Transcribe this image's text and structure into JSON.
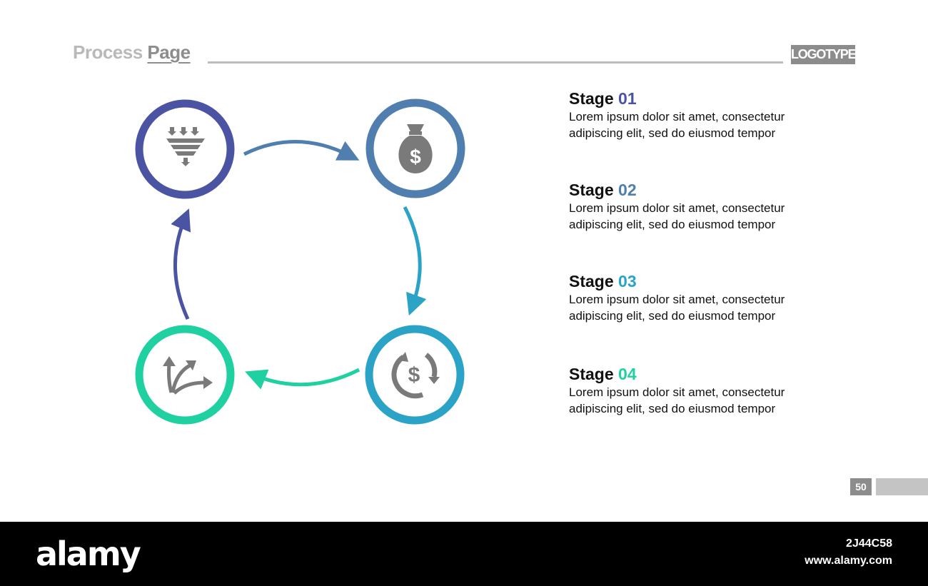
{
  "header": {
    "title_part1": "Process ",
    "title_part2": "Page",
    "logo_text": "LOGOTYPE"
  },
  "colors": {
    "stage1": "#4a54a3",
    "stage2": "#4f7eaf",
    "stage3": "#2aa3c6",
    "stage4": "#1fd1a0",
    "icon": "#7a7a7a",
    "text": "#111111"
  },
  "diagram": {
    "nodes": [
      {
        "icon": "funnel-icon"
      },
      {
        "icon": "money-bag-icon"
      },
      {
        "icon": "dollar-cycle-icon"
      },
      {
        "icon": "split-arrows-icon"
      }
    ]
  },
  "stages": [
    {
      "label": "Stage ",
      "number": "01",
      "text": "Lorem ipsum dolor sit amet, consectetur adipiscing elit, sed do eiusmod tempor"
    },
    {
      "label": "Stage ",
      "number": "02",
      "text": "Lorem ipsum dolor sit amet, consectetur adipiscing elit, sed do eiusmod tempor"
    },
    {
      "label": "Stage ",
      "number": "03",
      "text": "Lorem ipsum dolor sit amet, consectetur adipiscing elit, sed do eiusmod tempor"
    },
    {
      "label": "Stage ",
      "number": "04",
      "text": "Lorem ipsum dolor sit amet, consectetur adipiscing elit, sed do eiusmod tempor"
    }
  ],
  "footer": {
    "page_number": "50",
    "watermark_brand": "alamy",
    "image_id": "2J44C58",
    "url": "www.alamy.com"
  }
}
